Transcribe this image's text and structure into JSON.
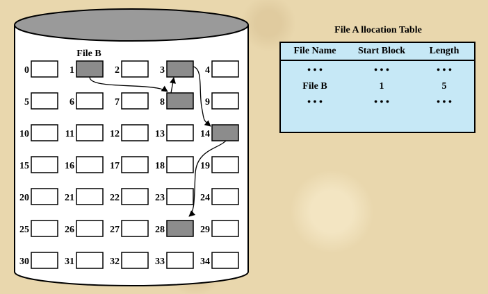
{
  "file_label": "File B",
  "blocks": [
    {
      "n": "0",
      "used": false
    },
    {
      "n": "1",
      "used": true
    },
    {
      "n": "2",
      "used": false
    },
    {
      "n": "3",
      "used": true
    },
    {
      "n": "4",
      "used": false
    },
    {
      "n": "5",
      "used": false
    },
    {
      "n": "6",
      "used": false
    },
    {
      "n": "7",
      "used": false
    },
    {
      "n": "8",
      "used": true
    },
    {
      "n": "9",
      "used": false
    },
    {
      "n": "10",
      "used": false
    },
    {
      "n": "11",
      "used": false
    },
    {
      "n": "12",
      "used": false
    },
    {
      "n": "13",
      "used": false
    },
    {
      "n": "14",
      "used": true
    },
    {
      "n": "15",
      "used": false
    },
    {
      "n": "16",
      "used": false
    },
    {
      "n": "17",
      "used": false
    },
    {
      "n": "18",
      "used": false
    },
    {
      "n": "19",
      "used": false
    },
    {
      "n": "20",
      "used": false
    },
    {
      "n": "21",
      "used": false
    },
    {
      "n": "22",
      "used": false
    },
    {
      "n": "23",
      "used": false
    },
    {
      "n": "24",
      "used": false
    },
    {
      "n": "25",
      "used": false
    },
    {
      "n": "26",
      "used": false
    },
    {
      "n": "27",
      "used": false
    },
    {
      "n": "28",
      "used": true
    },
    {
      "n": "29",
      "used": false
    },
    {
      "n": "30",
      "used": false
    },
    {
      "n": "31",
      "used": false
    },
    {
      "n": "32",
      "used": false
    },
    {
      "n": "33",
      "used": false
    },
    {
      "n": "34",
      "used": false
    }
  ],
  "chain": [
    "1",
    "8",
    "3",
    "14",
    "28"
  ],
  "colors": {
    "used_block": "#8c8c8c",
    "free_block": "#ffffff",
    "table_bg": "#c6e8f6",
    "disk_top": "#9a9a9a"
  },
  "table": {
    "title": "File A llocation Table",
    "headers": [
      "File Name",
      "Start Block",
      "Length"
    ],
    "rows": [
      [
        "• • •",
        "• • •",
        "• • •"
      ],
      [
        "File B",
        "1",
        "5"
      ],
      [
        "• • •",
        "• • •",
        "• • •"
      ]
    ]
  }
}
